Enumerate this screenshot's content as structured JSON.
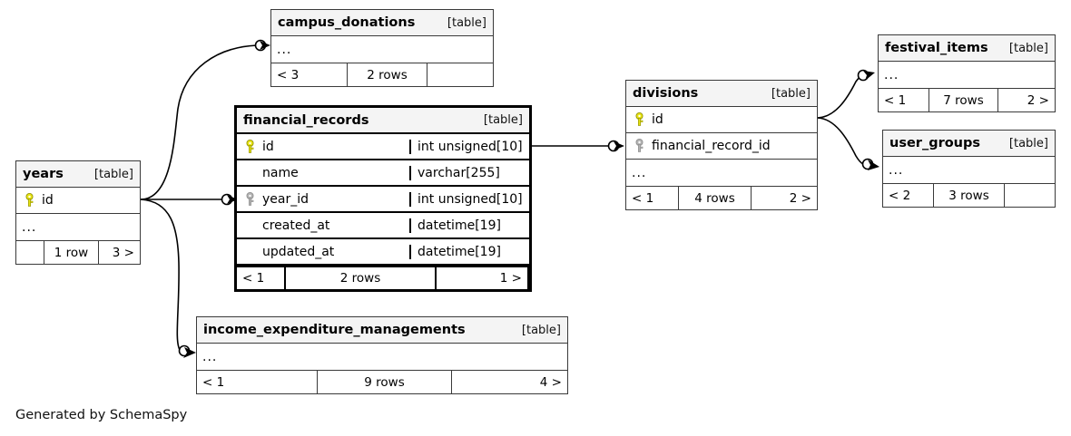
{
  "diagram": {
    "credit": "Generated by SchemaSpy",
    "table_tag": "[table]",
    "ellipsis": "...",
    "key_colors": {
      "primary": "#e8e413",
      "foreign": "#b3b3b3"
    }
  },
  "tables": {
    "campus_donations": {
      "name": "campus_donations",
      "tag": "[table]",
      "rows": [
        {
          "label": "...",
          "type": "",
          "key": "none"
        }
      ],
      "footer": {
        "left": "< 3",
        "center": "2 rows",
        "right": ""
      }
    },
    "financial_records": {
      "name": "financial_records",
      "tag": "[table]",
      "rows": [
        {
          "label": "id",
          "type": "int unsigned[10]",
          "key": "primary"
        },
        {
          "label": "name",
          "type": "varchar[255]",
          "key": "none"
        },
        {
          "label": "year_id",
          "type": "int unsigned[10]",
          "key": "foreign"
        },
        {
          "label": "created_at",
          "type": "datetime[19]",
          "key": "none"
        },
        {
          "label": "updated_at",
          "type": "datetime[19]",
          "key": "none"
        }
      ],
      "footer": {
        "left": "< 1",
        "center": "2 rows",
        "right": "1 >"
      }
    },
    "years": {
      "name": "years",
      "tag": "[table]",
      "rows": [
        {
          "label": "id",
          "type": "",
          "key": "primary"
        },
        {
          "label": "...",
          "type": "",
          "key": "none"
        }
      ],
      "footer": {
        "left": "",
        "center": "1 row",
        "right": "3 >"
      }
    },
    "income_expenditure_managements": {
      "name": "income_expenditure_managements",
      "tag": "[table]",
      "rows": [
        {
          "label": "...",
          "type": "",
          "key": "none"
        }
      ],
      "footer": {
        "left": "< 1",
        "center": "9 rows",
        "right": "4 >"
      }
    },
    "divisions": {
      "name": "divisions",
      "tag": "[table]",
      "rows": [
        {
          "label": "id",
          "type": "",
          "key": "primary"
        },
        {
          "label": "financial_record_id",
          "type": "",
          "key": "foreign"
        },
        {
          "label": "...",
          "type": "",
          "key": "none"
        }
      ],
      "footer": {
        "left": "< 1",
        "center": "4 rows",
        "right": "2 >"
      }
    },
    "festival_items": {
      "name": "festival_items",
      "tag": "[table]",
      "rows": [
        {
          "label": "...",
          "type": "",
          "key": "none"
        }
      ],
      "footer": {
        "left": "< 1",
        "center": "7 rows",
        "right": "2 >"
      }
    },
    "user_groups": {
      "name": "user_groups",
      "tag": "[table]",
      "rows": [
        {
          "label": "...",
          "type": "",
          "key": "none"
        }
      ],
      "footer": {
        "left": "< 2",
        "center": "3 rows",
        "right": ""
      }
    }
  },
  "relationships": [
    {
      "from": "years",
      "to": "campus_donations"
    },
    {
      "from": "years",
      "to": "financial_records.year_id"
    },
    {
      "from": "years",
      "to": "income_expenditure_managements"
    },
    {
      "from": "financial_records.id",
      "to": "divisions.financial_record_id"
    },
    {
      "from": "divisions",
      "to": "festival_items"
    },
    {
      "from": "divisions",
      "to": "user_groups"
    }
  ]
}
